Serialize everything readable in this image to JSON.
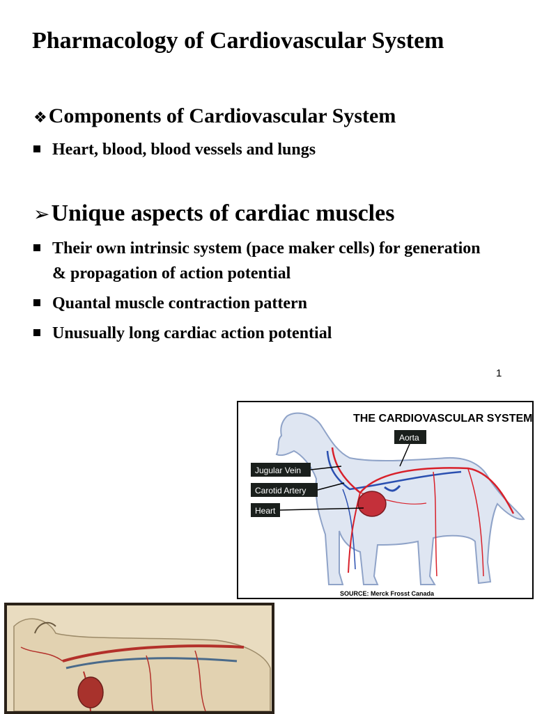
{
  "slide": {
    "title": "Pharmacology of Cardiovascular System",
    "page_number": "1"
  },
  "section1": {
    "icon": "diamond-cluster-icon",
    "heading": "Components of  Cardiovascular System",
    "bullets": [
      "Heart, blood, blood vessels and lungs"
    ]
  },
  "section2": {
    "icon": "arrowhead-icon",
    "heading": "Unique aspects of cardiac muscles",
    "bullets": [
      "Their own intrinsic system (pace maker cells) for generation & propagation of action potential",
      "Quantal muscle contraction pattern",
      "Unusually long cardiac action potential"
    ]
  },
  "figure1": {
    "title": "THE CARDIOVASCULAR SYSTEM",
    "labels": {
      "aorta": "Aorta",
      "jugular_vein": "Jugular Vein",
      "carotid_artery": "Carotid Artery",
      "heart": "Heart"
    },
    "source": "SOURCE: Merck Frosst Canada"
  },
  "colors": {
    "artery": "#d8202a",
    "vein": "#2a4fb0",
    "label_bg": "#1a1f1c"
  }
}
